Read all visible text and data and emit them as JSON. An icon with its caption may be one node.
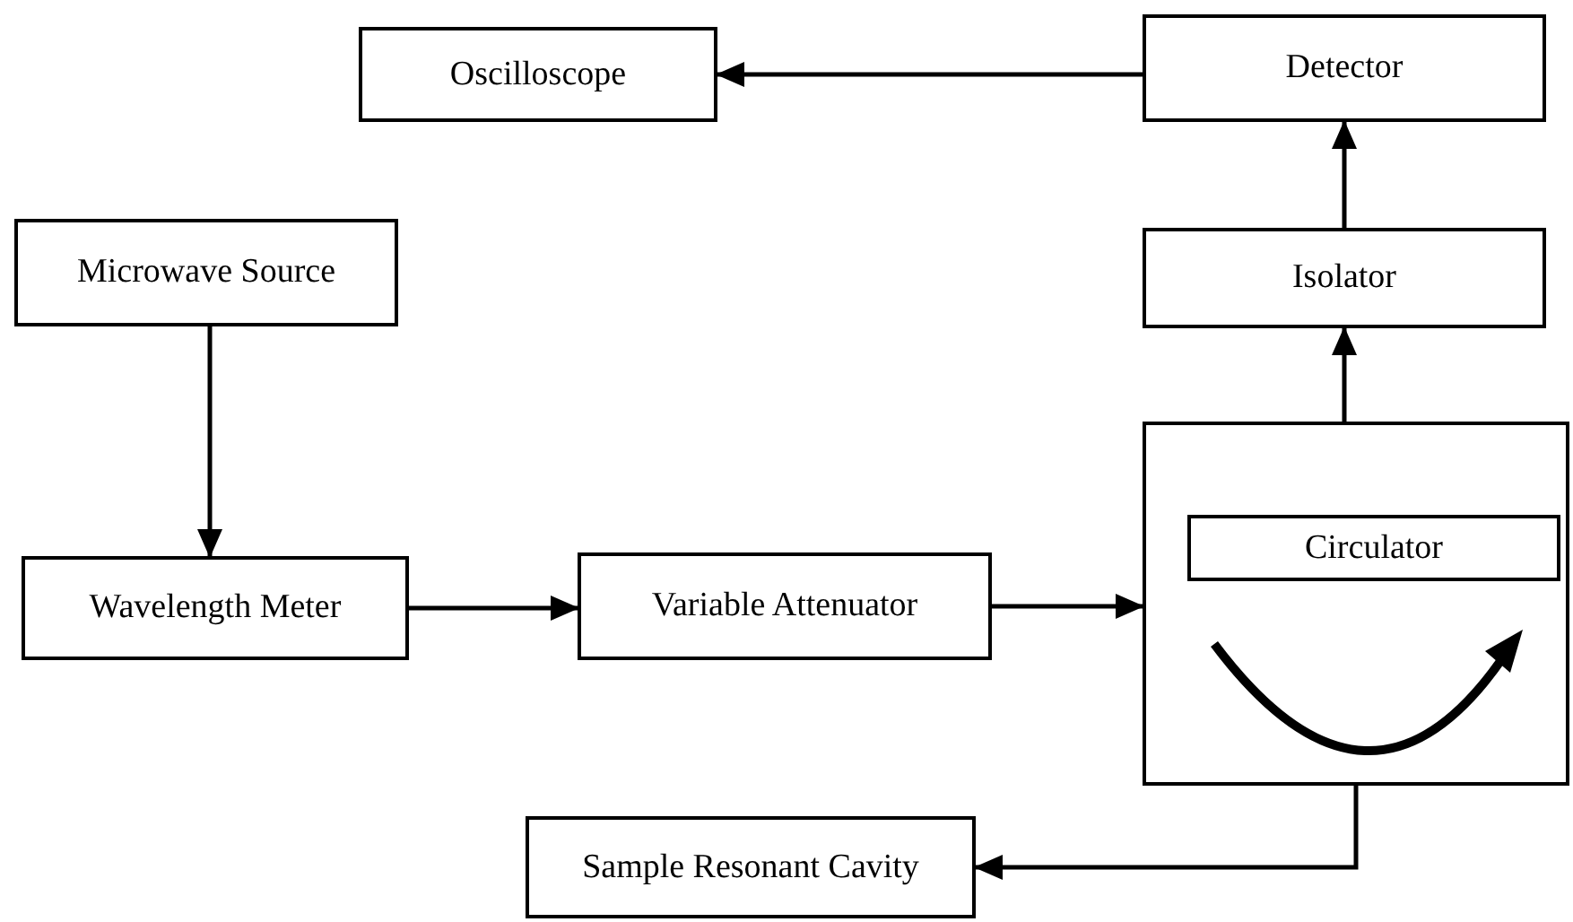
{
  "diagram": {
    "nodes": [
      {
        "text": [
          "Oscilloscope"
        ]
      },
      {
        "text": [
          "Detector"
        ]
      },
      {
        "text": [
          "Microwave Source"
        ]
      },
      {
        "text": [
          "Isolator"
        ]
      },
      {
        "text": [
          "Wavelength Meter"
        ]
      },
      {
        "text": [
          "Variable Attenuator"
        ]
      },
      {
        "text": [],
        "shape": "box"
      },
      {
        "text": [
          "Circulator"
        ],
        "in": 6
      },
      {
        "text": [
          "Sample Resonant Cavity"
        ]
      }
    ],
    "edges": [
      {
        "from": 1,
        "to": 0,
        "arrow": "to"
      },
      {
        "from": 3,
        "to": 1,
        "arrow": "to"
      },
      {
        "from": 6,
        "to": 3,
        "arrow": "to"
      },
      {
        "from": 2,
        "to": 4,
        "arrow": "to"
      },
      {
        "from": 4,
        "to": 5,
        "arrow": "to"
      },
      {
        "from": 5,
        "to": 6,
        "arrow": "to"
      },
      {
        "from": 6,
        "to": 8,
        "arrow": "to"
      }
    ]
  }
}
